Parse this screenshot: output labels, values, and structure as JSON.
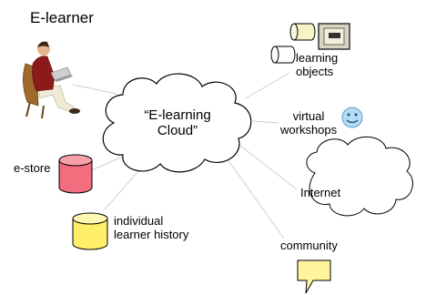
{
  "title": "E-learner",
  "cloud": {
    "line1": "“E-learning",
    "line2": "Cloud”"
  },
  "nodes": {
    "learning_objects": {
      "line1": "learning",
      "line2": "objects"
    },
    "virtual_workshops": {
      "line1": "virtual",
      "line2": "workshops"
    },
    "estore": "e-store",
    "internet": "Internet",
    "learner_history": {
      "line1": "individual",
      "line2": "learner history"
    },
    "community": "community"
  },
  "icons": {
    "learner": "person-with-laptop-icon",
    "estore": "database-cylinder-icon",
    "history": "database-cylinder-icon",
    "objects": "cylinder-and-box-icon",
    "workshops": "smiley-face-icon",
    "community": "speech-bubble-icon",
    "internet": "cloud-icon"
  },
  "colors": {
    "estore": "#f26d7d",
    "history": "#ffee6a",
    "community": "#fff59d",
    "smiley": "#b3dcf5",
    "objects": "#f6f3c4",
    "learner_shirt": "#8b1a1a",
    "learner_pants": "#f0ead6",
    "chair": "#a06a2c",
    "link": "#cfcfcf"
  }
}
